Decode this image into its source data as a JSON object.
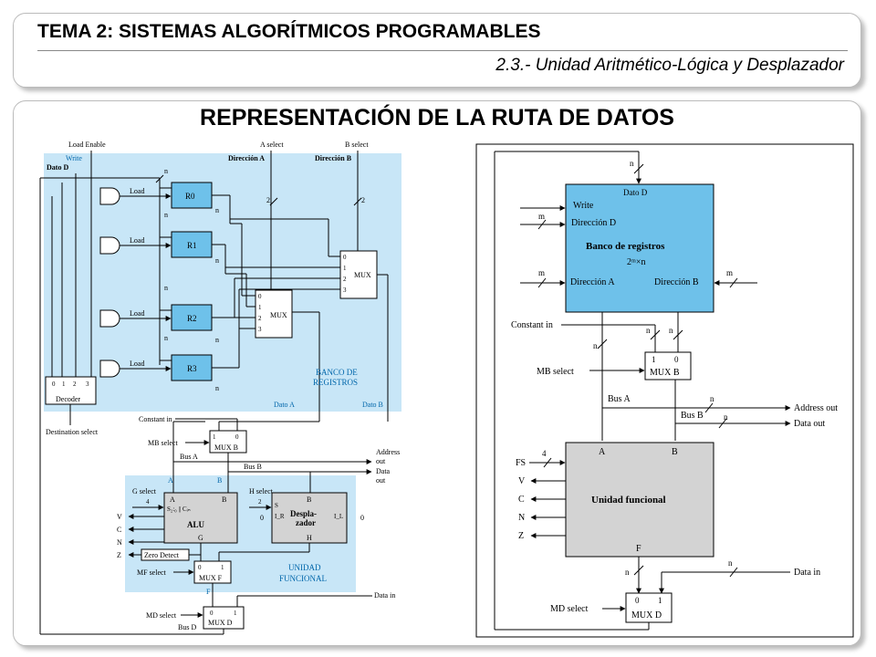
{
  "header": {
    "title": "TEMA 2: SISTEMAS ALGORÍTMICOS PROGRAMABLES",
    "subtitle": "2.3.- Unidad Aritmético-Lógica y Desplazador"
  },
  "main": {
    "title": "REPRESENTACIÓN DE LA RUTA DE DATOS"
  },
  "left": {
    "load_enable": "Load Enable",
    "a_select": "A select",
    "b_select": "B select",
    "write": "Write",
    "dato_d": "Dato D",
    "direccion_a": "Dirección A",
    "direccion_b": "Dirección B",
    "load": "Load",
    "registers": [
      "R0",
      "R1",
      "R2",
      "R3"
    ],
    "n": "n",
    "two": "2",
    "mux": "MUX",
    "mux_inputs": [
      "0",
      "1",
      "2",
      "3"
    ],
    "decoder": "Decoder",
    "decoder_outputs": [
      "0",
      "1",
      "2",
      "3"
    ],
    "destination_select": "Destination select",
    "banco_line1": "BANCO DE",
    "banco_line2": "REGISTROS",
    "dato_a": "Dato A",
    "dato_b": "Dato B",
    "constant_in": "Constant in",
    "mb_select": "MB select",
    "mux_b": "MUX B",
    "one": "1",
    "zero": "0",
    "bus_a": "Bus A",
    "bus_b": "Bus B",
    "address_out": "Address",
    "out": "out",
    "data": "Data",
    "a": "A",
    "b": "B",
    "g_select": "G select",
    "four": "4",
    "s_label": "S₂:₀ || Cᵢₙ",
    "alu": "ALU",
    "g": "G",
    "h_select": "H select",
    "s": "S",
    "ir": "I_R",
    "il": "I_L",
    "despla1": "Despla-",
    "despla2": "zador",
    "h": "H",
    "flags": [
      "V",
      "C",
      "N",
      "Z"
    ],
    "zero_detect": "Zero Detect",
    "mf_select": "MF select",
    "mux_f": "MUX F",
    "f": "F",
    "unidad1": "UNIDAD",
    "unidad2": "FUNCIONAL",
    "data_in": "Data in",
    "md_select": "MD select",
    "mux_d": "MUX D",
    "bus_d": "Bus D"
  },
  "right": {
    "n": "n",
    "m": "m",
    "dato_d": "Dato D",
    "write": "Write",
    "direccion_d": "Dirección D",
    "banco": "Banco de registros",
    "size": "2ᵐ×n",
    "direccion_a": "Dirección A",
    "direccion_b": "Dirección B",
    "constant_in": "Constant in",
    "mb_select": "MB select",
    "one": "1",
    "zero": "0",
    "mux_b": "MUX B",
    "bus_a": "Bus A",
    "bus_b": "Bus B",
    "address_out": "Address out",
    "data_out": "Data out",
    "fs": "FS",
    "four": "4",
    "flags": [
      "V",
      "C",
      "N",
      "Z"
    ],
    "a": "A",
    "b": "B",
    "unidad": "Unidad funcional",
    "f": "F",
    "data_in": "Data in",
    "md_select": "MD select",
    "mux_d": "MUX D"
  },
  "colors": {
    "light_blue_area": "#c8e6f7",
    "register_fill": "#6ec1ea",
    "unit_fill": "#d3d3d3"
  }
}
